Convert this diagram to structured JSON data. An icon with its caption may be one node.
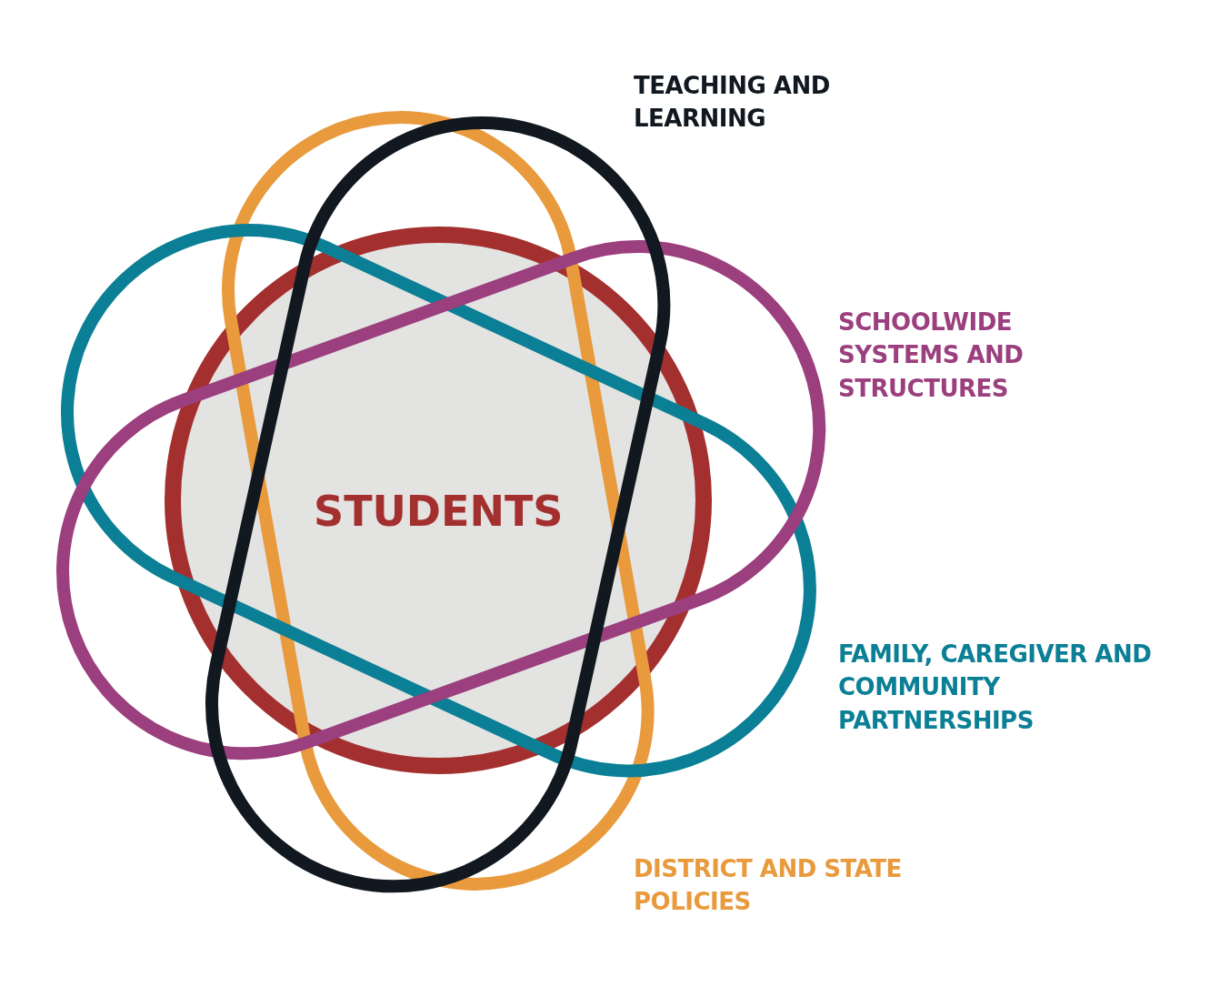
{
  "diagram": {
    "nodes": [
      {
        "text": [
          "STUDENTS"
        ]
      },
      {
        "text": [
          "TEACHING AND LEARNING"
        ]
      },
      {
        "text": [
          "SCHOOLWIDE SYSTEMS AND STRUCTURES"
        ]
      },
      {
        "text": [
          "FAMILY, CAREGIVER AND COMMUNITY PARTNERSHIPS"
        ]
      },
      {
        "text": [
          "DISTRICT AND STATE POLICIES"
        ]
      }
    ]
  }
}
